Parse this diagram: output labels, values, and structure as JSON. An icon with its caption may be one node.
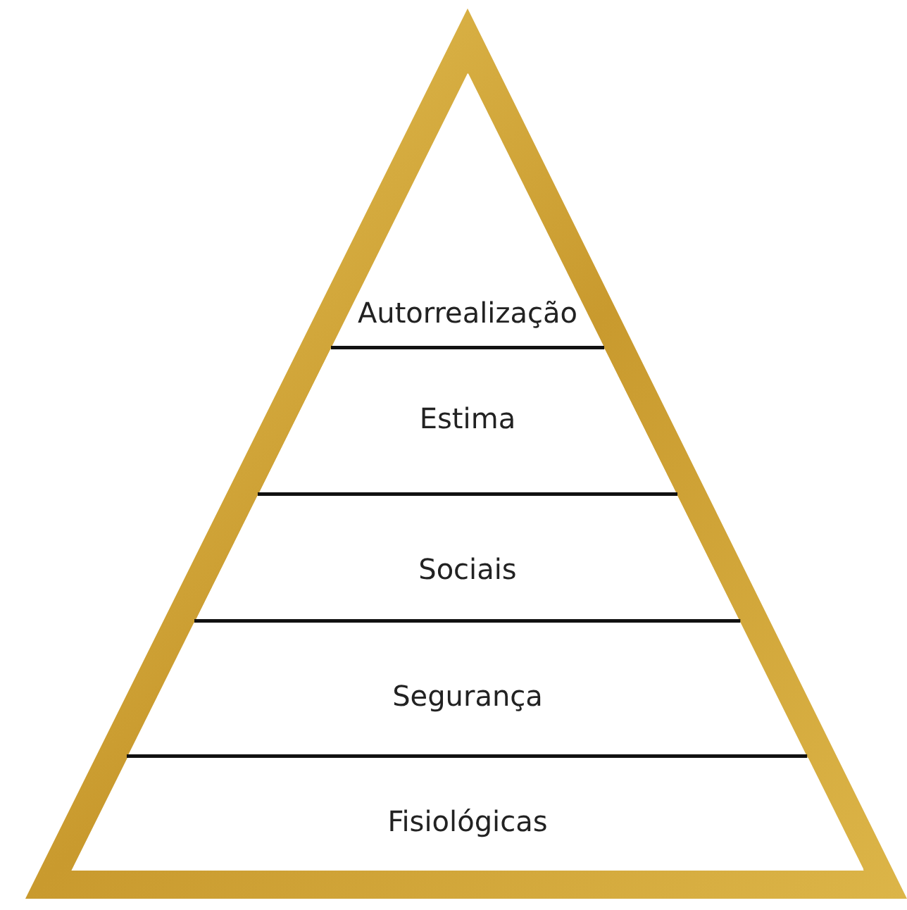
{
  "diagram": {
    "nodes": [
      {
        "text": [
          "Autorrealização"
        ]
      },
      {
        "text": [
          "Estima"
        ]
      },
      {
        "text": [
          "Sociais"
        ]
      },
      {
        "text": [
          "Segurança"
        ]
      },
      {
        "text": [
          "Fisiológicas"
        ]
      }
    ]
  }
}
